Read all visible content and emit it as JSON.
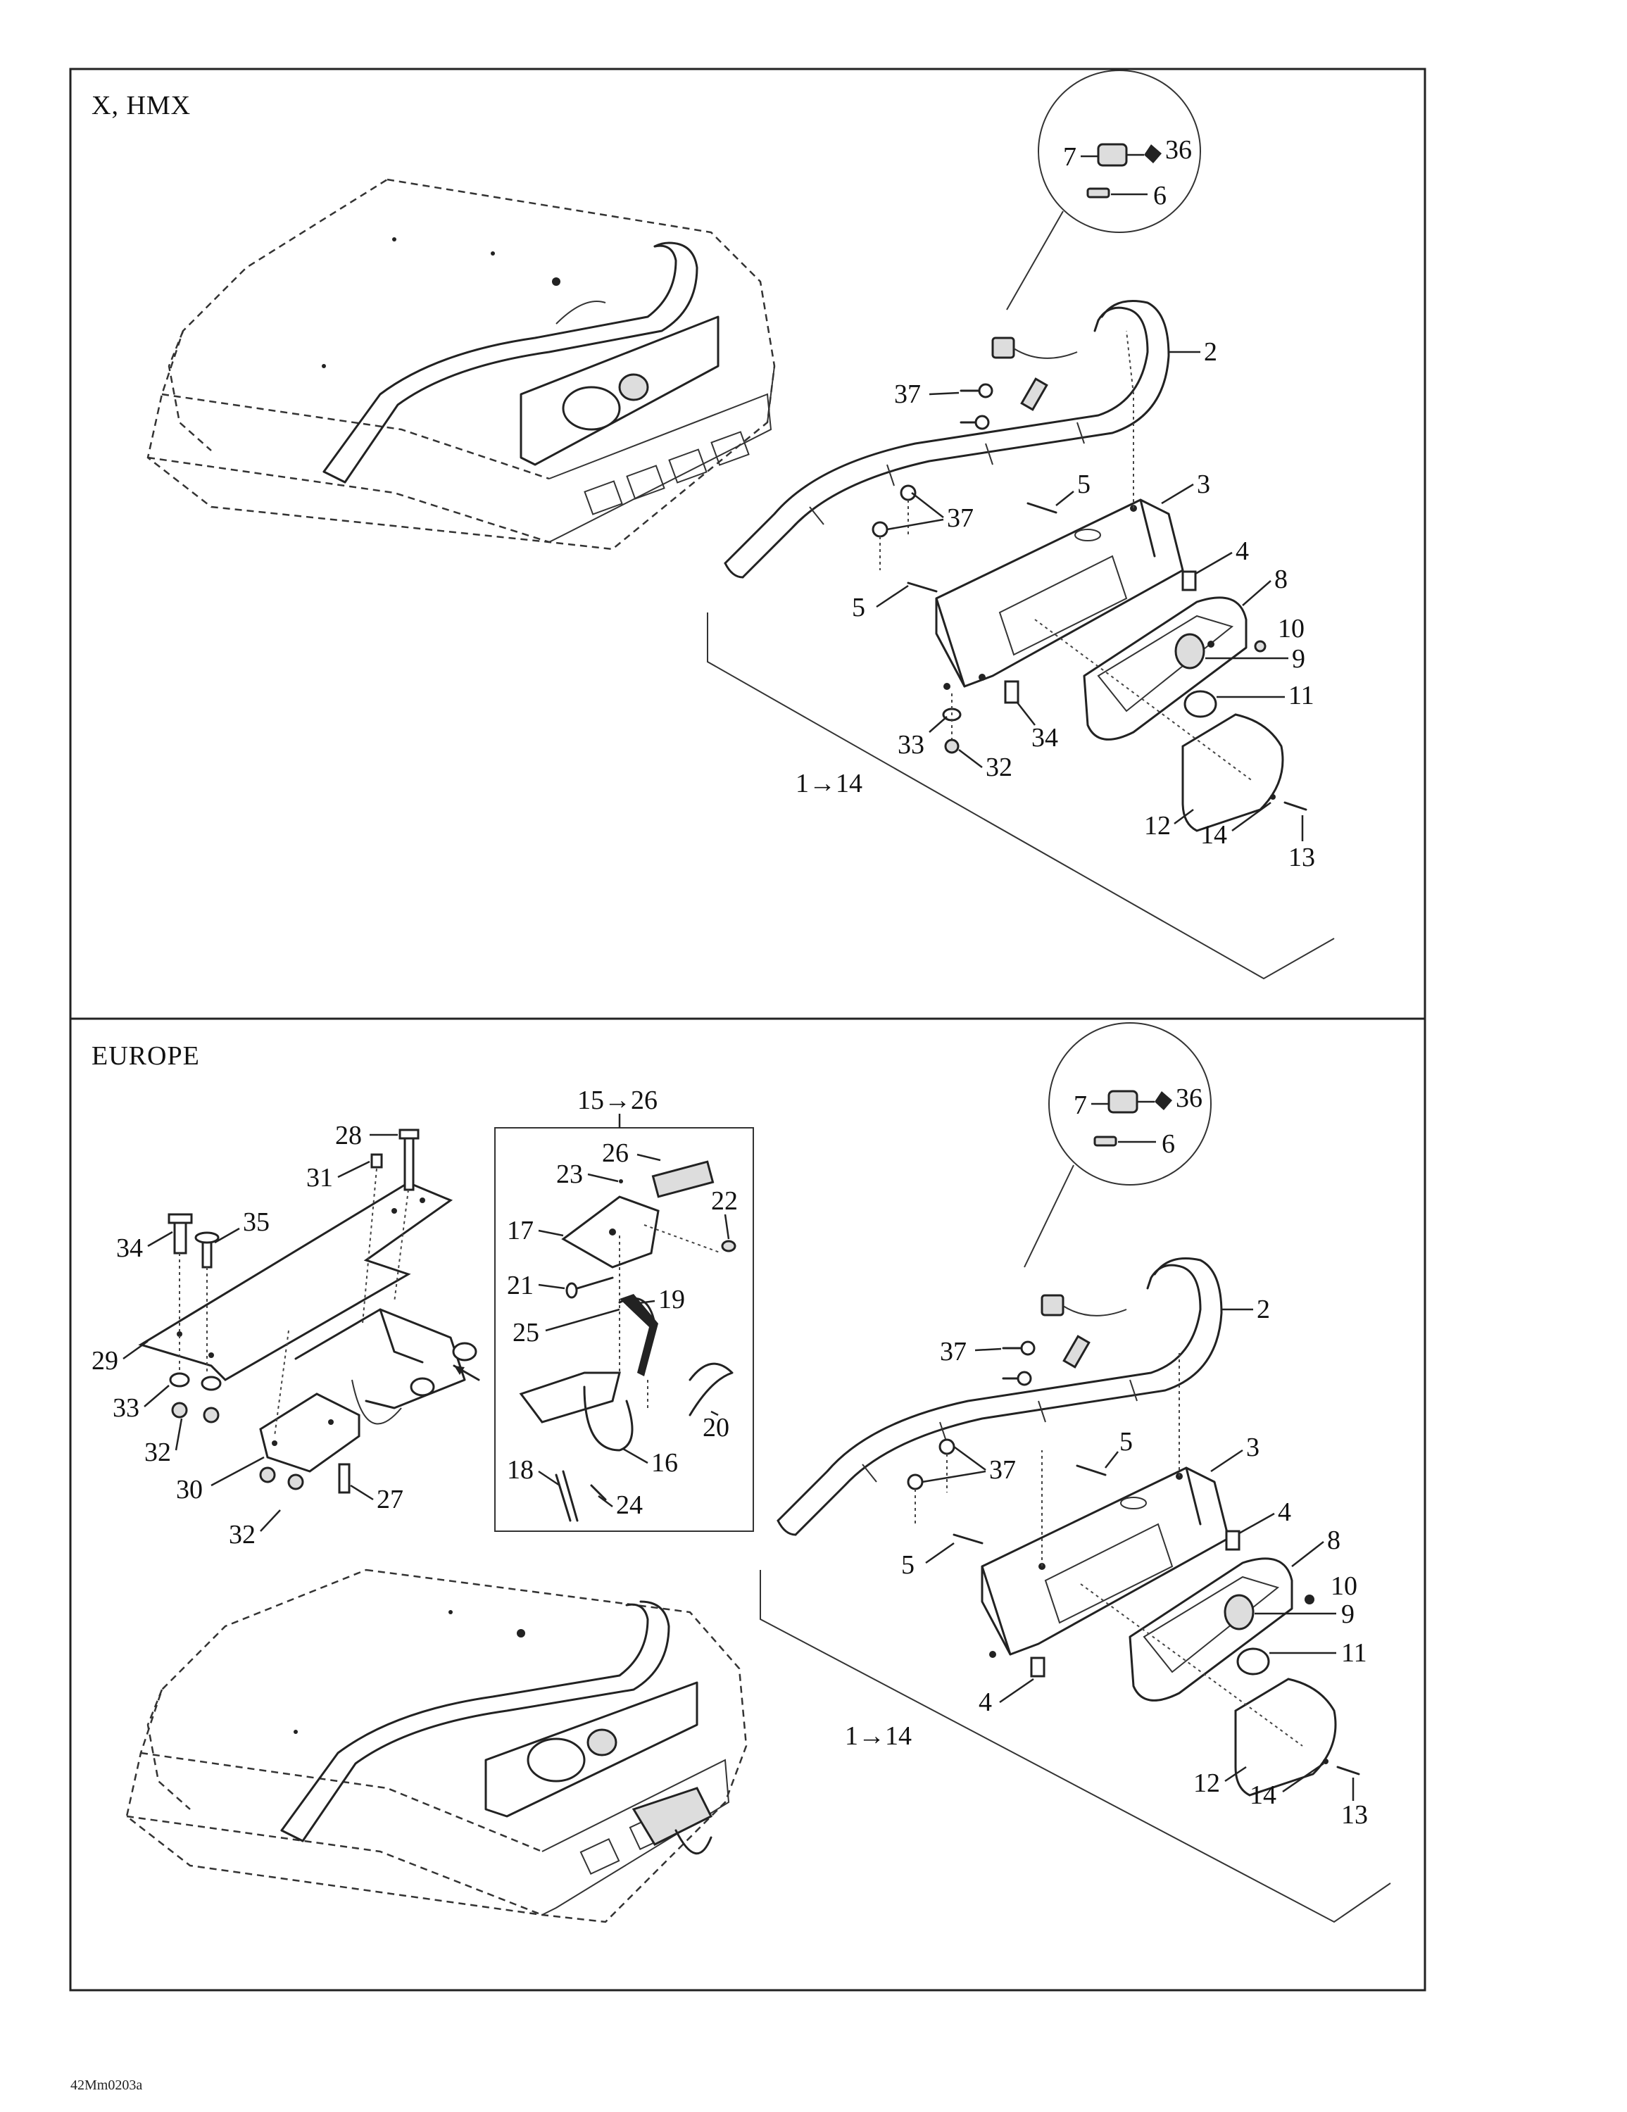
{
  "panels": {
    "top": {
      "title": "X, HMX",
      "labels": {
        "l1_14": "1→14",
        "l2": "2",
        "l3": "3",
        "l4": "4",
        "l5a": "5",
        "l5b": "5",
        "l6": "6",
        "l7": "7",
        "l8": "8",
        "l9": "9",
        "l10": "10",
        "l11": "11",
        "l12": "12",
        "l13": "13",
        "l14": "14",
        "l32": "32",
        "l33": "33",
        "l34": "34",
        "l36": "36",
        "l37a": "37",
        "l37b": "37"
      }
    },
    "bottom": {
      "title": "EUROPE",
      "labels": {
        "l1_14": "1→14",
        "l2": "2",
        "l3": "3",
        "l4a": "4",
        "l4b": "4",
        "l5a": "5",
        "l5b": "5",
        "l6": "6",
        "l7": "7",
        "l8": "8",
        "l9": "9",
        "l10": "10",
        "l11": "11",
        "l12": "12",
        "l13": "13",
        "l14": "14",
        "l36": "36",
        "l37a": "37",
        "l37b": "37",
        "l15_26": "15→26",
        "l16": "16",
        "l17": "17",
        "l18": "18",
        "l19": "19",
        "l20": "20",
        "l21": "21",
        "l22": "22",
        "l23": "23",
        "l24": "24",
        "l25": "25",
        "l26": "26",
        "l27": "27",
        "l28": "28",
        "l29": "29",
        "l30": "30",
        "l31": "31",
        "l32a": "32",
        "l32b": "32",
        "l33": "33",
        "l34": "34",
        "l35": "35"
      }
    }
  },
  "footer": {
    "code": "42Mm0203a"
  }
}
